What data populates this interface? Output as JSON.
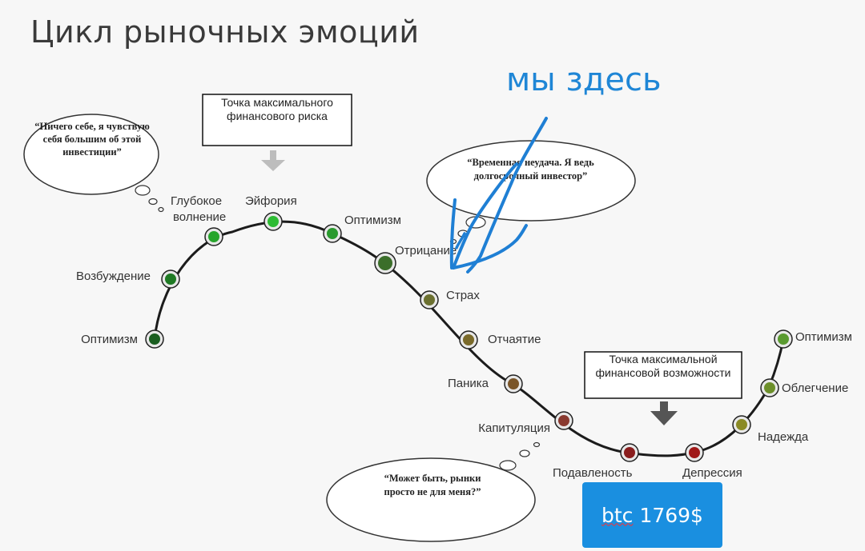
{
  "title": "Цикл рыночных эмоций",
  "annotation_handwritten": "мы здесь",
  "stages": [
    {
      "label": "Оптимизм",
      "color": "#1a5e20"
    },
    {
      "label": "Возбуждение",
      "color": "#1f7a24"
    },
    {
      "label": "Глубокое волнение",
      "color": "#27a52c"
    },
    {
      "label": "Эйфория",
      "color": "#2dbb33"
    },
    {
      "label": "Оптимизм",
      "color": "#2a9a2e"
    },
    {
      "label": "Отрицание",
      "color": "#3b6e2a"
    },
    {
      "label": "Страх",
      "color": "#6b7030"
    },
    {
      "label": "Отчаятие",
      "color": "#7a6a2a"
    },
    {
      "label": "Паника",
      "color": "#7a5528"
    },
    {
      "label": "Капитуляция",
      "color": "#8a3a30"
    },
    {
      "label": "Подавленость",
      "color": "#8a1e1e"
    },
    {
      "label": "Депрессия",
      "color": "#a01818"
    },
    {
      "label": "Надежда",
      "color": "#8a8a25"
    },
    {
      "label": "Облегчение",
      "color": "#6c8f2a"
    },
    {
      "label": "Оптимизм",
      "color": "#5a9a30"
    }
  ],
  "callouts": {
    "max_risk": "Точка максимального финансового риска",
    "max_opportunity": "Точка максимальной финансовой возможности"
  },
  "thoughts": {
    "top_left": "“Ничего себе, я чувствую себя большим об этой инвестиции”",
    "middle": "“Временная неудача. Я ведь долгосрочный инвестор”",
    "bottom": "“Может быть, рынки просто не для меня?”"
  },
  "badge": {
    "ticker": "btc",
    "price": "1769$"
  }
}
